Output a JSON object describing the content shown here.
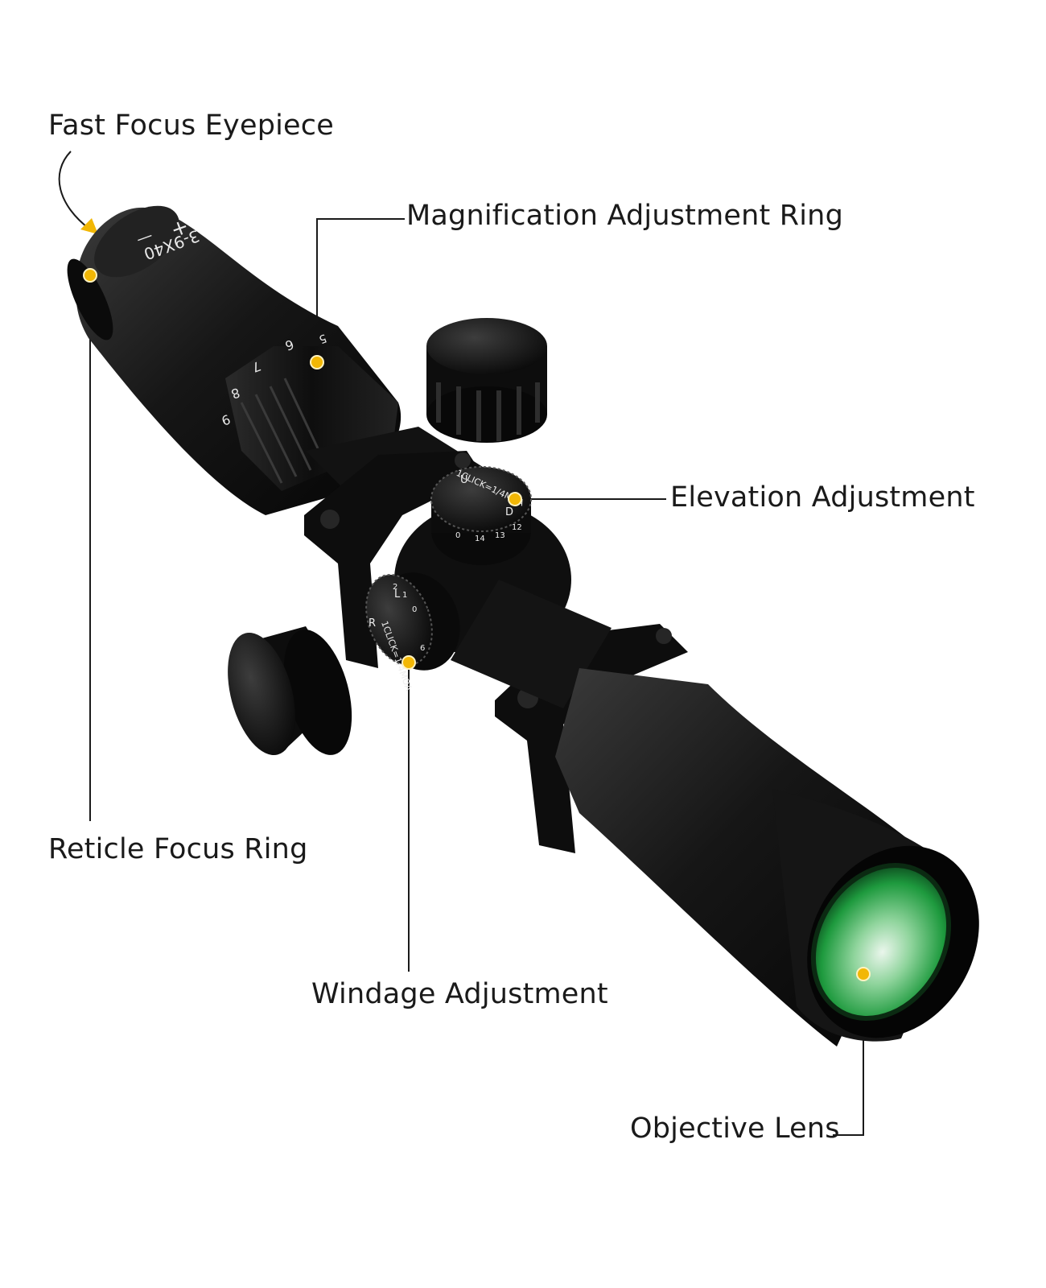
{
  "labels": {
    "fast_focus_eyepiece": "Fast Focus Eyepiece",
    "magnification_ring": "Magnification Adjustment Ring",
    "elevation_adjustment": "Elevation Adjustment",
    "reticle_focus_ring": "Reticle Focus Ring",
    "windage_adjustment": "Windage Adjustment",
    "objective_lens": "Objective Lens"
  },
  "scope_markings": {
    "model": "3-9X40",
    "plus": "+",
    "minus": "—",
    "mag_numbers": [
      "9",
      "8",
      "7",
      "6",
      "5"
    ],
    "elevation_cap_text": "1CLICK=1/4MOA",
    "elevation_letters": [
      "U",
      "D"
    ],
    "elevation_numbers": [
      "0",
      "14",
      "13",
      "12"
    ],
    "windage_cap_text": "1CLICK=1/4MOA",
    "windage_letters": [
      "R",
      "L"
    ],
    "windage_numbers": [
      "2",
      "1",
      "0",
      "6"
    ]
  },
  "colors": {
    "marker": "#f2b705",
    "body": "#141414",
    "lens_green": "#2aa84a"
  }
}
